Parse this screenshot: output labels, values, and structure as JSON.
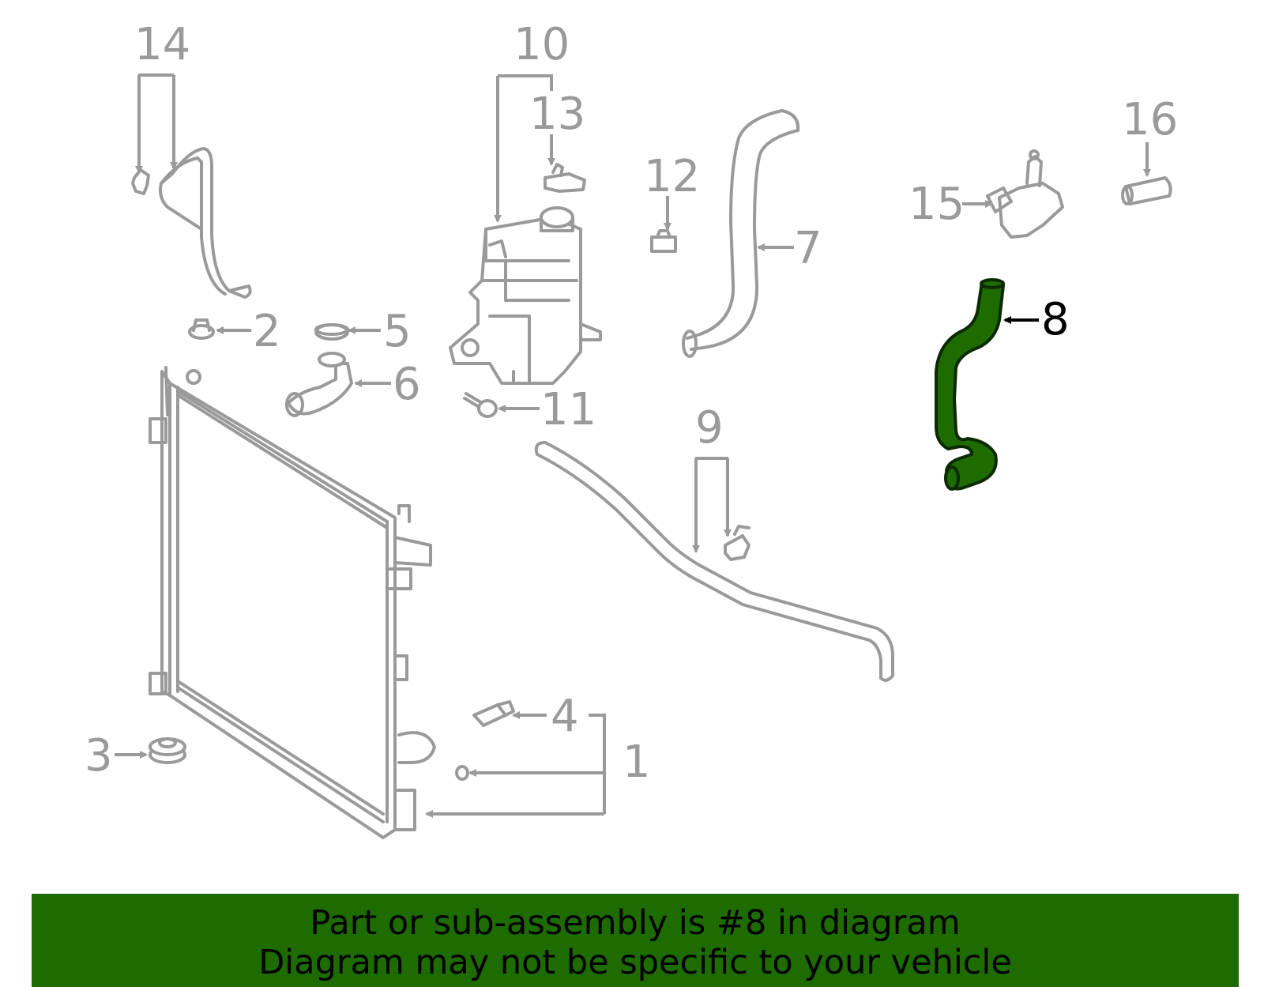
{
  "callouts": {
    "c1": "1",
    "c2": "2",
    "c3": "3",
    "c4": "4",
    "c5": "5",
    "c6": "6",
    "c7": "7",
    "c8": "8",
    "c9": "9",
    "c10": "10",
    "c11": "11",
    "c12": "12",
    "c13": "13",
    "c14": "14",
    "c15": "15",
    "c16": "16"
  },
  "highlighted_part": "8",
  "colors": {
    "highlight": "#1e6b00",
    "line_art": "#9a9a9a",
    "banner_bg": "#1e6b00"
  },
  "banner": {
    "line1": "Part or sub-assembly is #8 in diagram",
    "line2": "Diagram may not be specific to your vehicle"
  }
}
